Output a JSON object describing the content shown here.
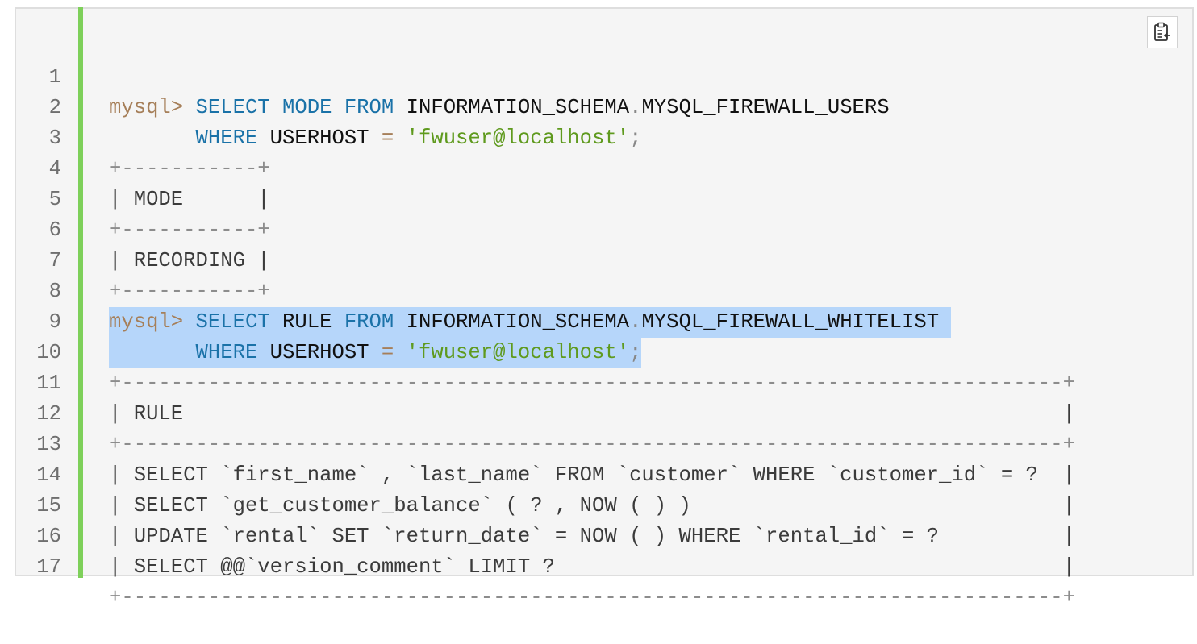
{
  "line_numbers": [
    "1",
    "2",
    "3",
    "4",
    "5",
    "6",
    "7",
    "8",
    "9",
    "10",
    "11",
    "12",
    "13",
    "14",
    "15",
    "16",
    "17"
  ],
  "l1": {
    "prompt": "mysql> ",
    "select": "SELECT",
    "col": "MODE",
    "from": "FROM",
    "schema": "INFORMATION_SCHEMA",
    "dot": ".",
    "table": "MYSQL_FIREWALL_USERS"
  },
  "l2": {
    "indent": "       ",
    "where": "WHERE",
    "col": "USERHOST",
    "eq": "=",
    "value": "'fwuser@localhost'",
    "semi": ";"
  },
  "l3": "+-----------+",
  "l4": "| MODE      |",
  "l5": "+-----------+",
  "l6": "| RECORDING |",
  "l7": "+-----------+",
  "l8": {
    "prompt": "mysql> ",
    "select": "SELECT",
    "col": "RULE",
    "from": "FROM",
    "schema": "INFORMATION_SCHEMA",
    "dot": ".",
    "table": "MYSQL_FIREWALL_WHITELIST"
  },
  "l9": {
    "indent": "       ",
    "where": "WHERE",
    "col": "USERHOST",
    "eq": "=",
    "value": "'fwuser@localhost'",
    "semi": ";"
  },
  "l10": "+----------------------------------------------------------------------------+",
  "l11": "| RULE                                                                       |",
  "l12": "+----------------------------------------------------------------------------+",
  "l13": "| SELECT `first_name` , `last_name` FROM `customer` WHERE `customer_id` = ?  |",
  "l14": "| SELECT `get_customer_balance` ( ? , NOW ( ) )                              |",
  "l15": "| UPDATE `rental` SET `return_date` = NOW ( ) WHERE `rental_id` = ?          |",
  "l16": "| SELECT @@`version_comment` LIMIT ?                                         |",
  "l17": "+----------------------------------------------------------------------------+",
  "copy_button": {
    "icon": "clipboard-copy-icon"
  }
}
